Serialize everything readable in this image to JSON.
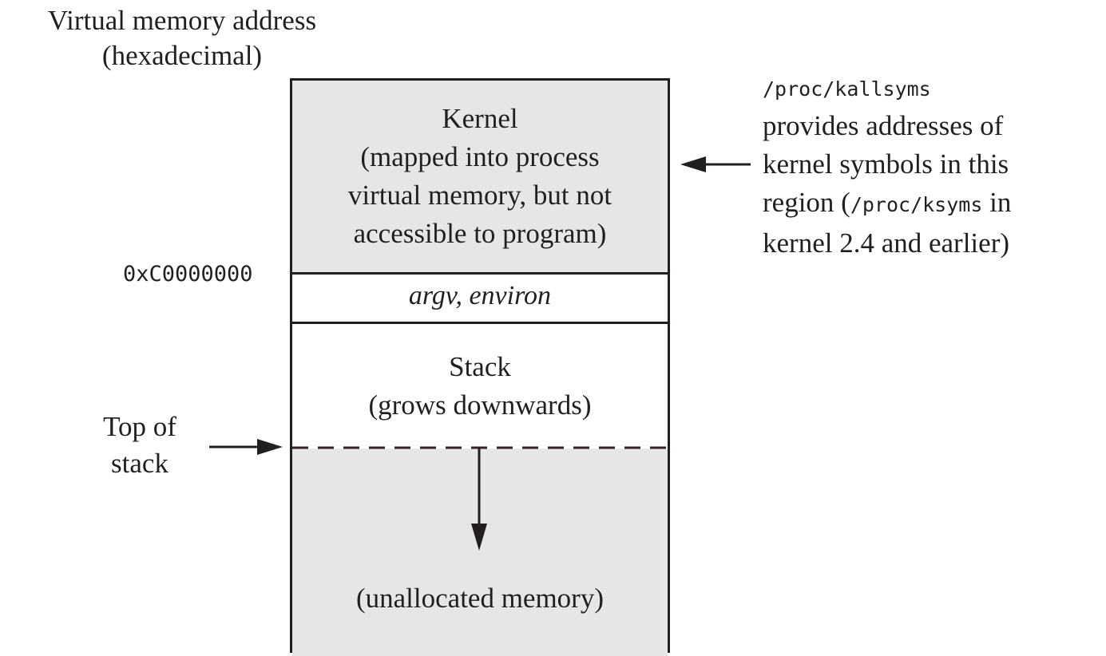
{
  "heading": {
    "line1": "Virtual memory address",
    "line2": "(hexadecimal)"
  },
  "segments": {
    "kernel": {
      "line1": "Kernel",
      "line2": "(mapped into process",
      "line3": "virtual memory, but not",
      "line4": "accessible to program)"
    },
    "args": {
      "label": "argv, environ"
    },
    "stack": {
      "line1": "Stack",
      "line2": "(grows downwards)"
    },
    "unallocated": {
      "label": "(unallocated memory)"
    }
  },
  "address_label": "0xC0000000",
  "top_of_stack": {
    "line1": "Top of",
    "line2": "stack"
  },
  "annotation": {
    "code1": "/proc/kallsyms",
    "line2": "provides addresses of",
    "line3": "kernel symbols in this",
    "line4_pre": "region (",
    "code2": "/proc/ksyms",
    "line4_post": " in",
    "line5": "kernel 2.4 and earlier)"
  },
  "colors": {
    "ink": "#231f20",
    "shaded_region": "#e6e6e8",
    "dashed_line": "#3b1f22"
  }
}
